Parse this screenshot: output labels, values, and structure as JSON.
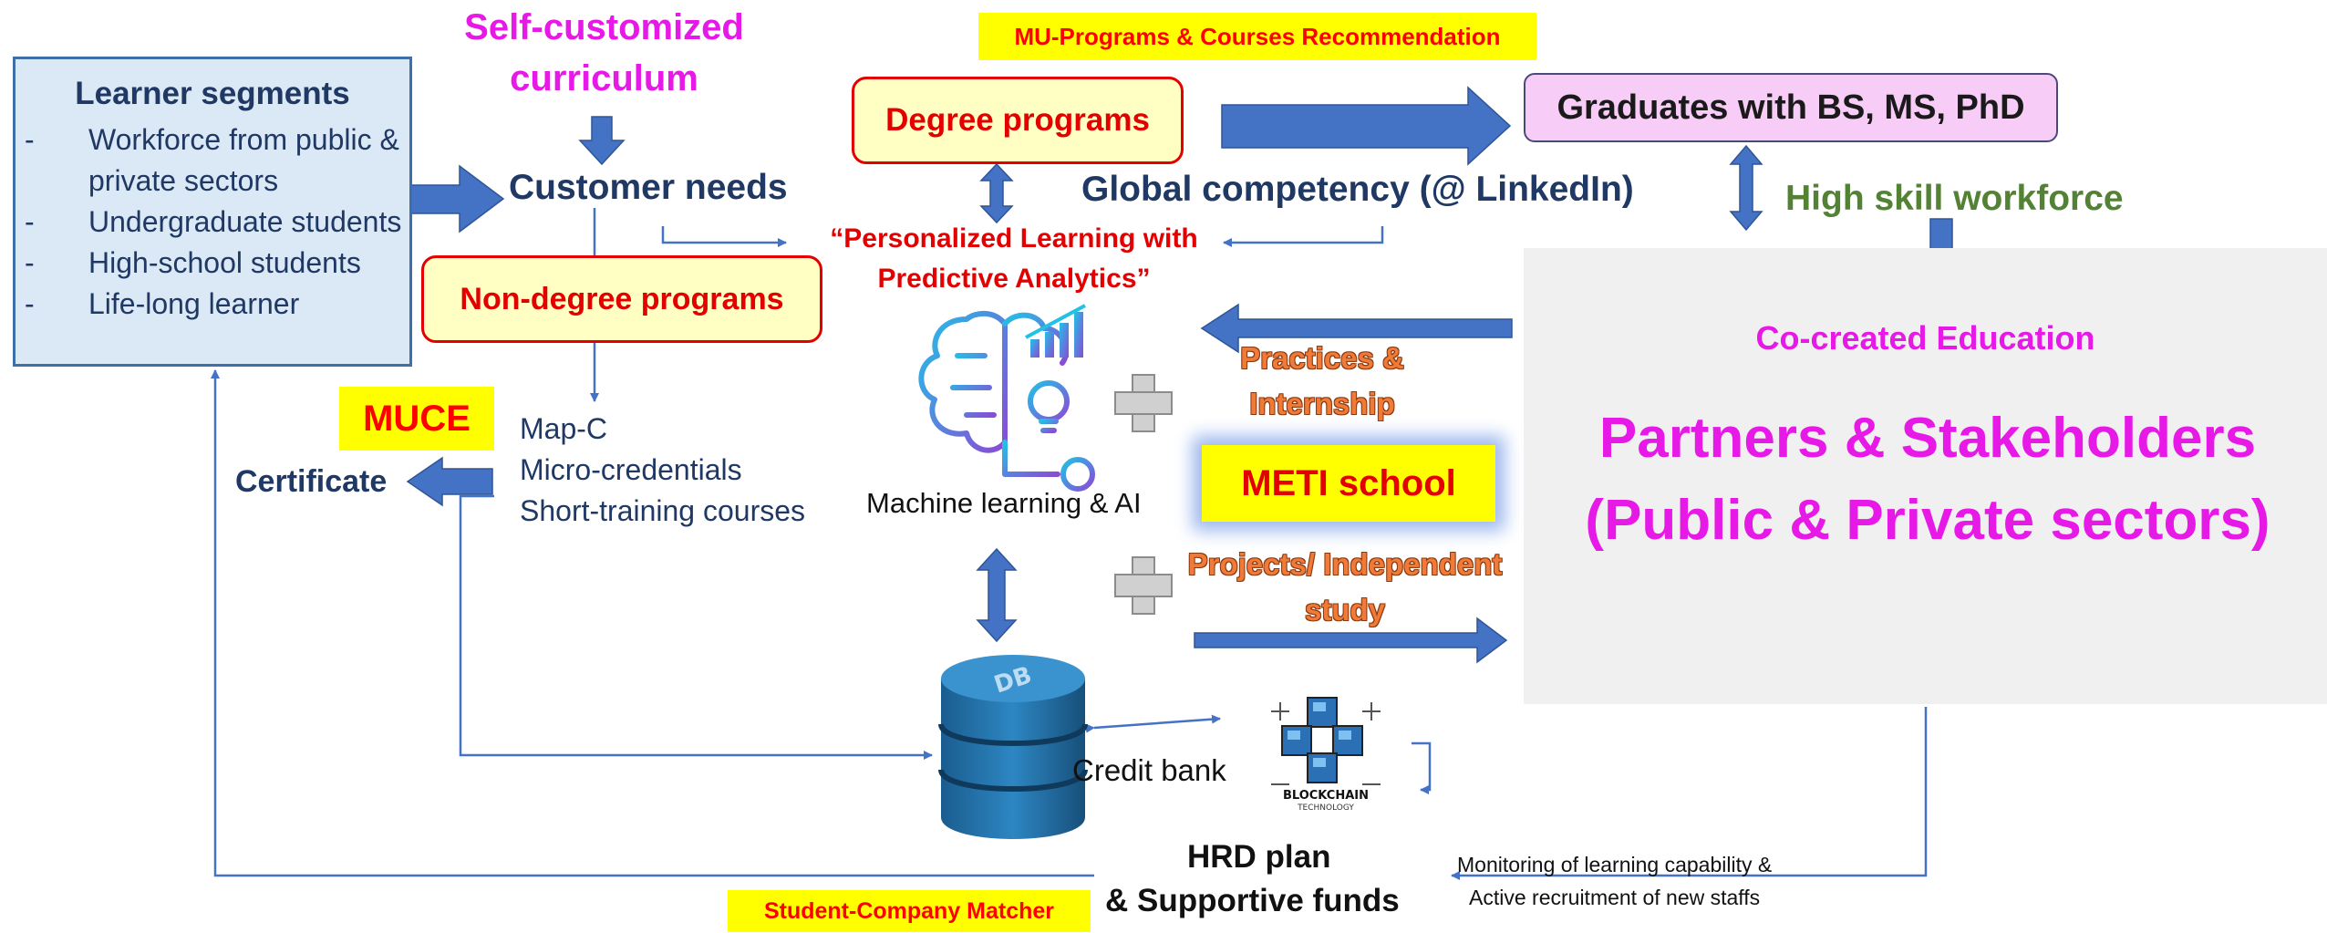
{
  "learner_segments": {
    "title": "Learner segments",
    "items": [
      "Workforce from public & private sectors",
      "Undergraduate students",
      "High-school students",
      "Life-long learner"
    ]
  },
  "self_customized": "Self-customized curriculum",
  "customer_needs": "Customer needs",
  "mu_banner": "MU-Programs & Courses Recommendation",
  "degree_programs": "Degree programs",
  "graduates": "Graduates with BS, MS, PhD",
  "global_competency": "Global competency (@ LinkedIn)",
  "high_skill": "High skill workforce",
  "personalized": "“Personalized Learning with Predictive Analytics”",
  "non_degree": "Non-degree programs",
  "muce": "MUCE",
  "certificate": "Certificate",
  "map_c": "Map-C",
  "micro_credentials": "Micro-credentials",
  "short_training": "Short-training courses",
  "ml_ai": "Machine learning & AI",
  "practices": "Practices & Internship",
  "meti": "METI school",
  "projects": "Projects/ Independent study",
  "co_created": "Co-created Education",
  "partners": "Partners & Stakeholders (Public & Private sectors)",
  "credit_bank": "Credit bank",
  "db_label": "DB",
  "blockchain_line1": "BLOCKCHAIN",
  "blockchain_line2": "TECHNOLOGY",
  "hrd_plan_line1": "HRD plan",
  "hrd_plan_line2": "& Supportive funds",
  "monitoring_line1": "Monitoring of learning capability &",
  "monitoring_line2": "Active recruitment of new staffs",
  "student_company": "Student-Company Matcher",
  "colors": {
    "navy": "#1f3864",
    "magenta": "#e619e6",
    "red": "#ff0000",
    "yellow": "#ffff00",
    "arrow_blue": "#4472c4",
    "green": "#548235",
    "orange": "#f07a38"
  }
}
